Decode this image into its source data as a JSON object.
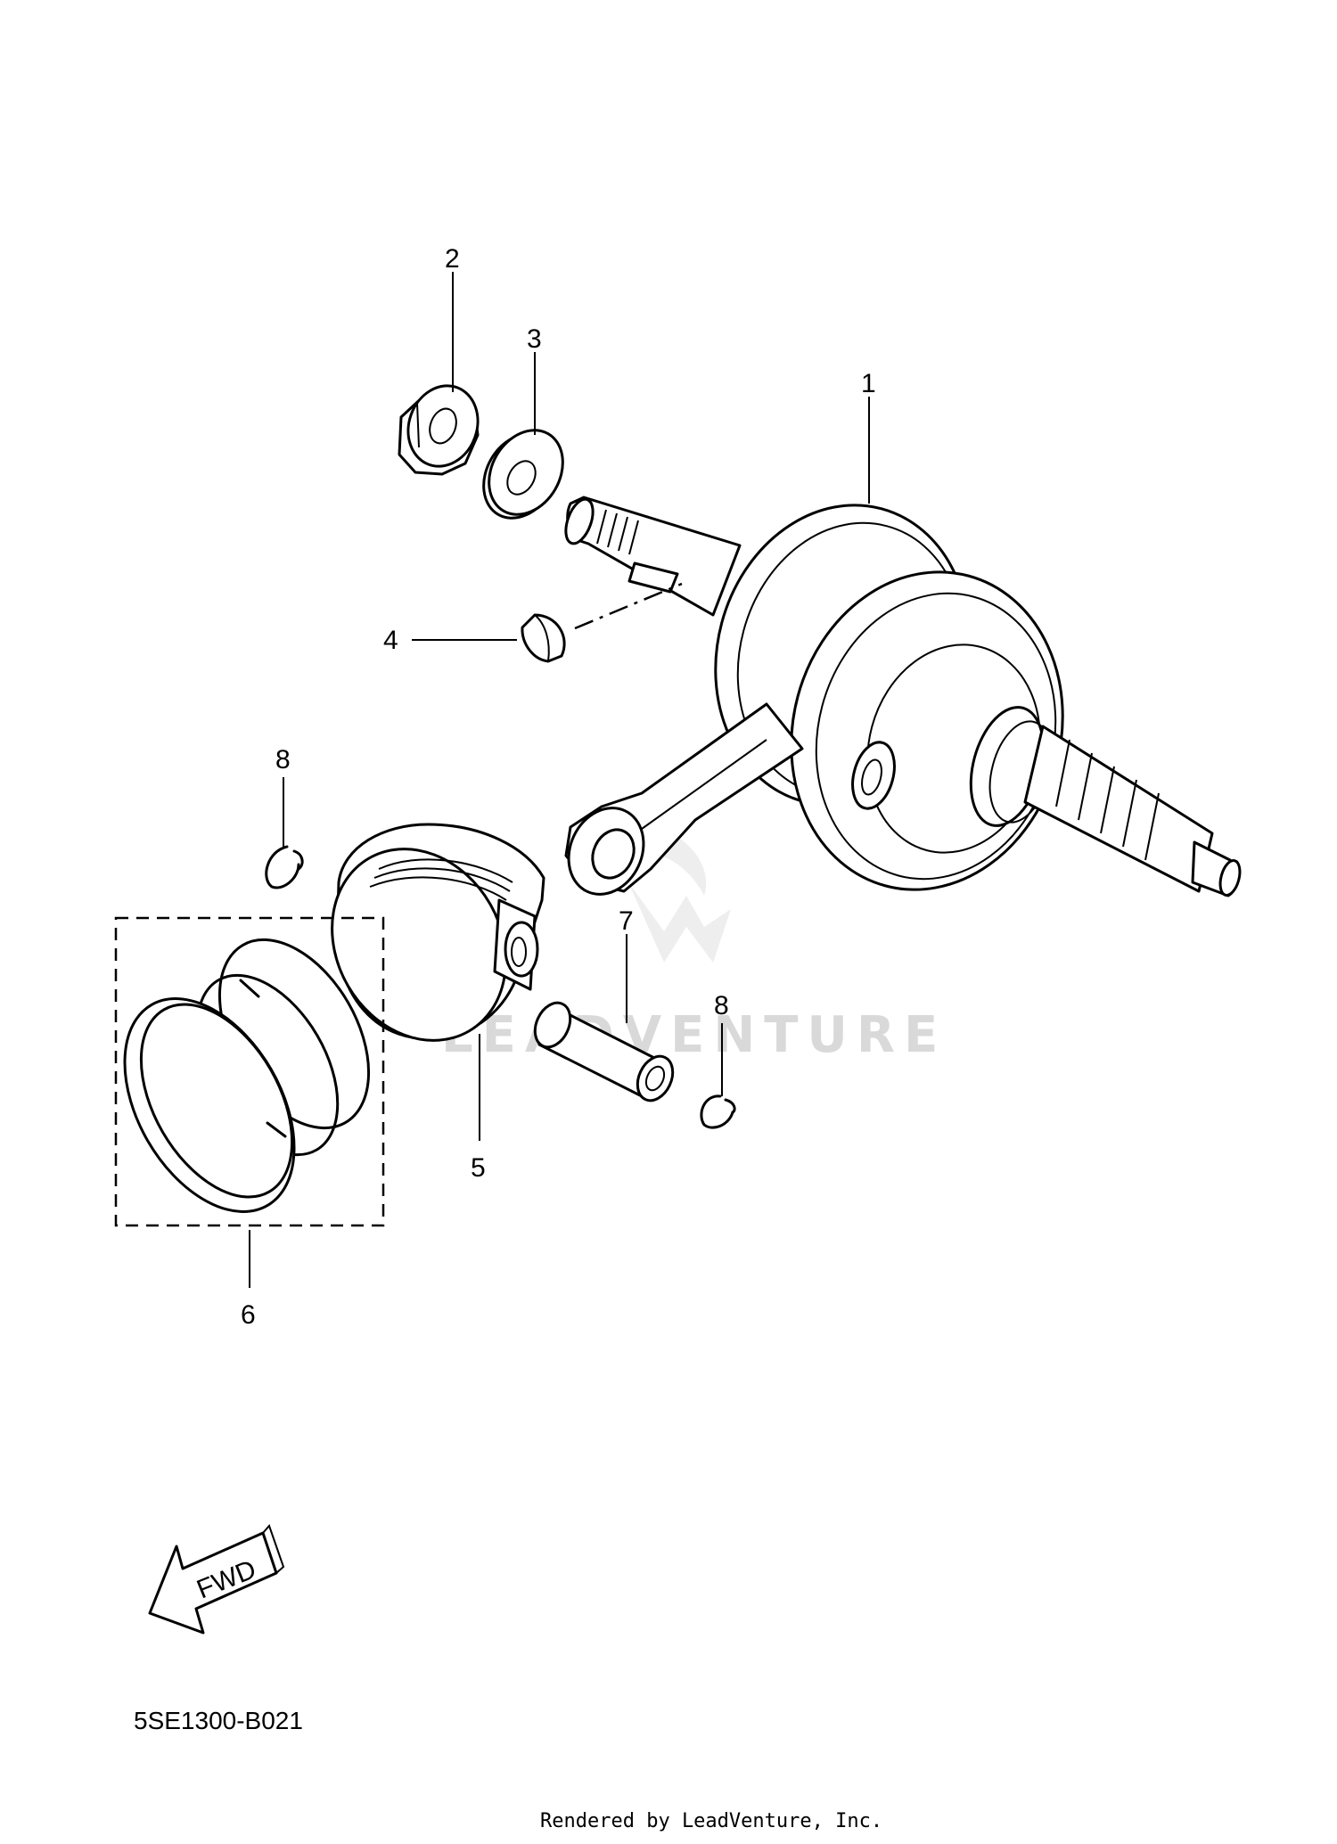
{
  "diagram": {
    "callouts": [
      {
        "id": "1",
        "label": "1"
      },
      {
        "id": "2",
        "label": "2"
      },
      {
        "id": "3",
        "label": "3"
      },
      {
        "id": "4",
        "label": "4"
      },
      {
        "id": "5",
        "label": "5"
      },
      {
        "id": "6",
        "label": "6"
      },
      {
        "id": "7",
        "label": "7"
      },
      {
        "id": "8a",
        "label": "8"
      },
      {
        "id": "8b",
        "label": "8"
      }
    ],
    "fwd_label": "FWD",
    "diagram_code": "5SE1300-B021",
    "watermark": "LEADVENTURE",
    "footer": "Rendered by LeadVenture, Inc."
  }
}
